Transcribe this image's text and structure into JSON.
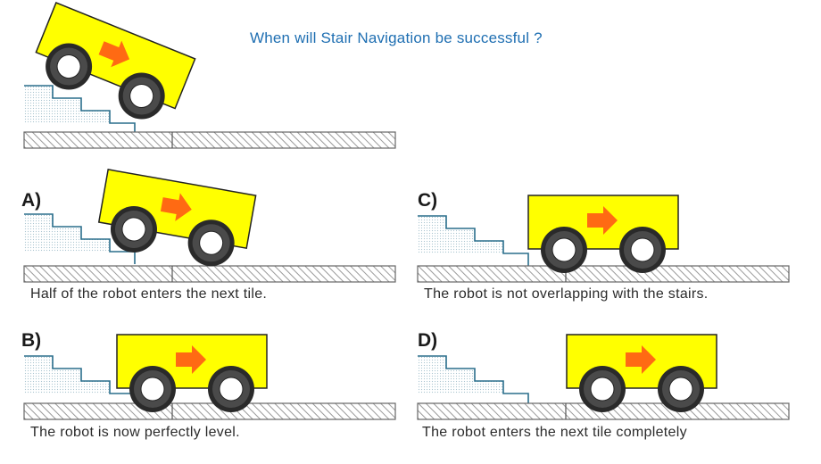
{
  "title": "When will Stair Navigation be successful ?",
  "options": [
    {
      "label": "A)",
      "caption": "Half of the robot enters the next tile."
    },
    {
      "label": "B)",
      "caption": "The robot is now perfectly level."
    },
    {
      "label": "C)",
      "caption": "The robot is not overlapping with the stairs."
    },
    {
      "label": "D)",
      "caption": "The robot enters the next tile completely"
    }
  ],
  "colors": {
    "robot_body": "#ffff00",
    "arrow": "#ff6a13",
    "wheel": "#222222",
    "stairs": "#2a6e8c",
    "floor": "#666666",
    "title": "#1f6fb2"
  }
}
